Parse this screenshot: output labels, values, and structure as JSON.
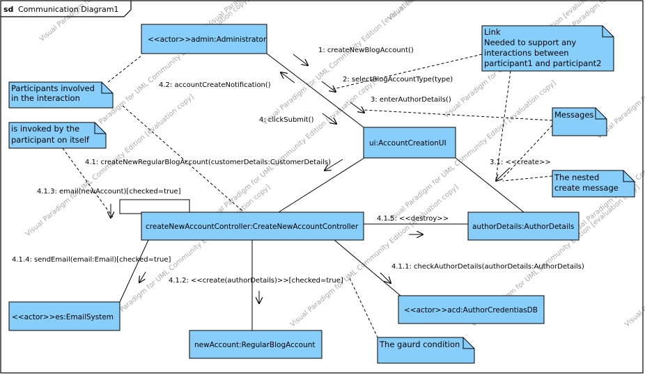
{
  "frame": {
    "keyword": "sd",
    "title": "Communication Diagram1"
  },
  "colors": {
    "box_fill": "#87cefa",
    "box_stroke": "#000000",
    "note_fill": "#87cefa",
    "watermark": "#a9a9a9"
  },
  "lifelines": {
    "admin": "<<actor>>admin:Administrator",
    "ui": "ui:AccountCreationUI",
    "controller": "createNewAccountController:CreateNewAccountController",
    "author": "authorDetails:AuthorDetails",
    "email": "<<actor>>es:EmailSystem",
    "acd": "<<actor>>acd:AuthorCredentiasDB",
    "account": "newAccount:RegularBlogAccount"
  },
  "notes": {
    "participants": [
      "Participants involved",
      "in the interaction"
    ],
    "self": [
      "is invoked by the",
      "participant on itself"
    ],
    "link": [
      "Link",
      "Needed to support any",
      "interactions between",
      "participant1 and participant2"
    ],
    "messages": [
      "Messages"
    ],
    "nested": [
      "The nested",
      "create message"
    ],
    "guard": [
      "The gaurd condition"
    ]
  },
  "messages": {
    "m1": "1: createNewBlogAccount()",
    "m2": "2: selectBlogAccountType(type)",
    "m3": "3: enterAuthorDetails()",
    "m4": "4: clickSubmit()",
    "m42": "4.2: accountCreateNotification()",
    "m41": "4.1: createNewRegularBlogAccount(customerDetails:CustomerDetails)",
    "m31": "3.1: <<create>>",
    "m413": "4.1.3: email(newAccount)[checked=true]",
    "m415": "4.1.5: <<destroy>>",
    "m414": "4.1.4: sendEmail(email:Email)[checked=true]",
    "m412": "4.1.2: <<create(authorDetails)>>[checked=true]",
    "m411": "4.1.1: checkAuthorDetails(authorDetails:AuthorDetails)"
  },
  "watermark": "Visual Paradigm for UML Community Edition [evaluation copy]"
}
